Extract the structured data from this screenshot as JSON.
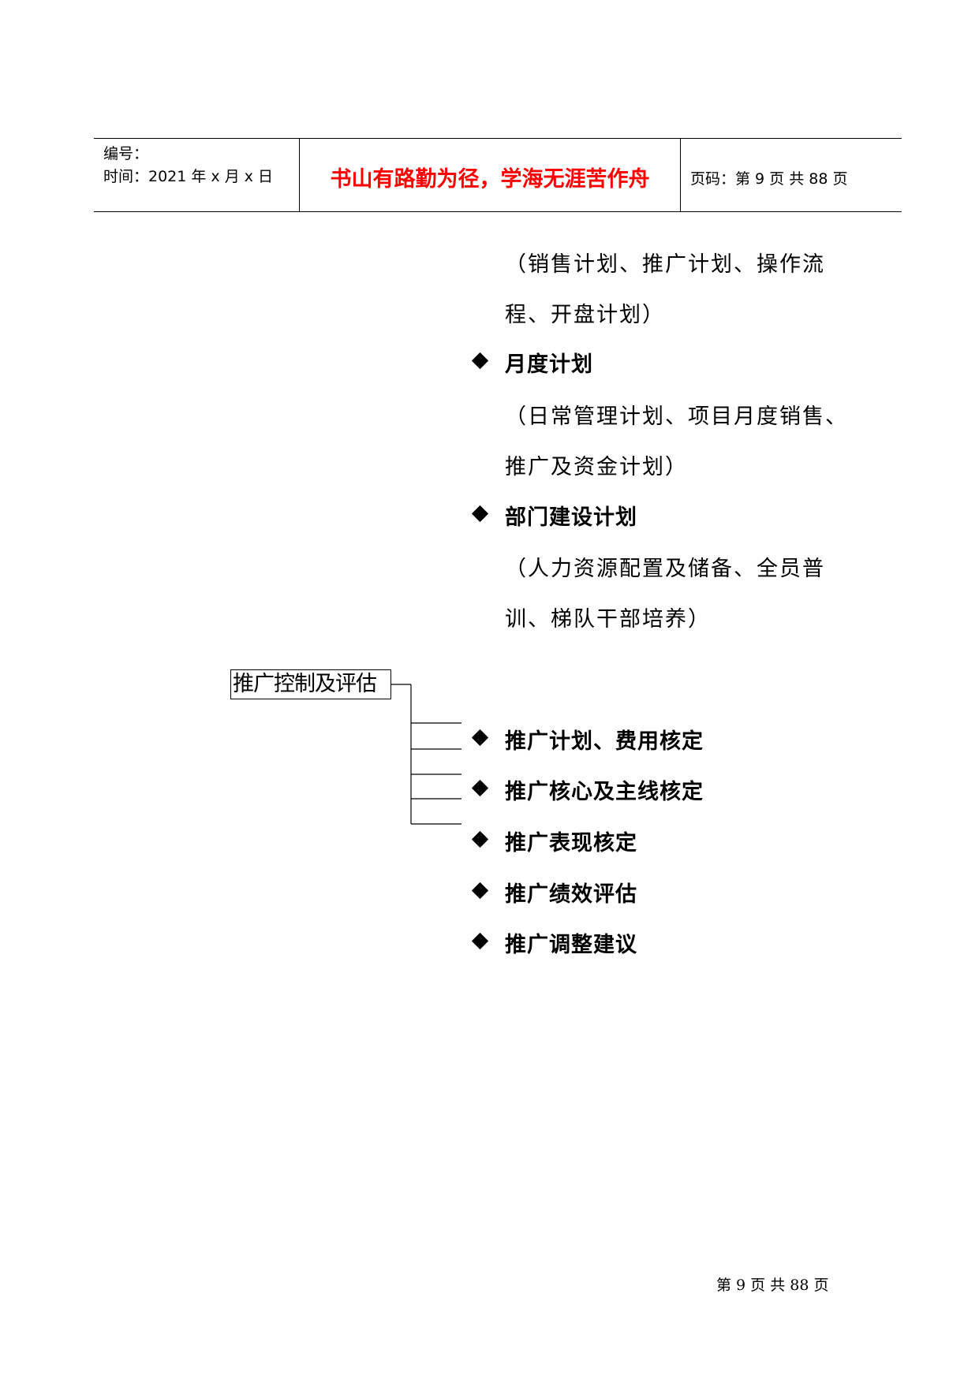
{
  "header": {
    "number_label": "编号：",
    "time_label": "时间：2021 年 x 月 x 日",
    "motto": "书山有路勤为径，学海无涯苦作舟",
    "page_info": "页码：第 9 页  共 88 页"
  },
  "content": {
    "para_sales_1": "（销售计划、推广计划、操作流",
    "para_sales_2": "程、开盘计划）",
    "bullet_monthly": "月度计划",
    "para_monthly_1": "（日常管理计划、项目月度销售、",
    "para_monthly_2": "推广及资金计划）",
    "bullet_dept": "部门建设计划",
    "para_dept_1": "（人力资源配置及储备、全员普",
    "para_dept_2": "训、梯队干部培养）",
    "box_label": "推广控制及评估",
    "control_items": [
      "推广计划、费用核定",
      "推广核心及主线核定",
      "推广表现核定",
      "推广绩效评估",
      "推广调整建议"
    ]
  },
  "footer": {
    "page": "第 9 页 共 88 页"
  }
}
